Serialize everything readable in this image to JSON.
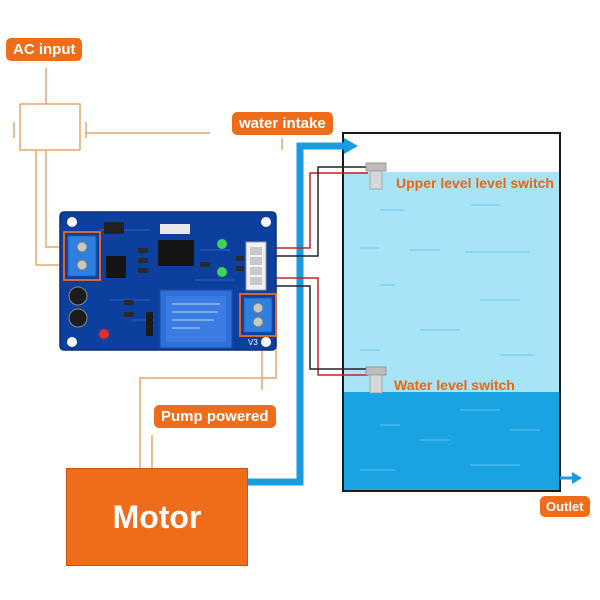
{
  "labels": {
    "ac_input": "AC input",
    "water_intake": "water intake",
    "upper_switch": "Upper level level switch",
    "water_switch": "Water level switch",
    "pump_powered": "Pump powered",
    "motor": "Motor",
    "outlet": "Outlet",
    "board_marking": "V3"
  },
  "colors": {
    "orange": "#ef6c1a",
    "pipe_blue": "#1a9be0",
    "tank_light": "#a8e4f7",
    "tank_dark": "#1aa3e3",
    "board_blue": "#0d3f9e"
  }
}
